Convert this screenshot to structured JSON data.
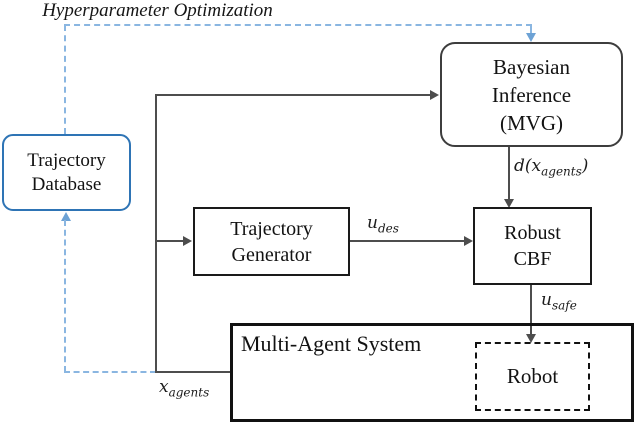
{
  "title": {
    "text": "Hyperparameter Optimization"
  },
  "nodes": {
    "trajectory_database": {
      "lines": [
        "Trajectory",
        "Database"
      ]
    },
    "bayesian_inference": {
      "lines": [
        "Bayesian",
        "Inference",
        "(MVG)"
      ]
    },
    "trajectory_generator": {
      "lines": [
        "Trajectory",
        "Generator"
      ]
    },
    "robust_cbf": {
      "lines": [
        "Robust",
        "CBF"
      ]
    },
    "multi_agent_system": {
      "label": "Multi-Agent System"
    },
    "robot": {
      "label": "Robot"
    }
  },
  "signals": {
    "d_x_agents": {
      "prefix": "d(",
      "base": "x",
      "sub": "agents",
      "suffix": ")"
    },
    "u_des": {
      "base": "u",
      "sub": "des"
    },
    "u_safe": {
      "base": "u",
      "sub": "safe"
    },
    "x_agents": {
      "base": "x",
      "sub": "agents"
    }
  },
  "colors": {
    "dashed_feedback_blue": "#8ab6e1",
    "feedback_arrowhead_blue": "#6da2d5",
    "database_border_blue": "#2e74b5",
    "signal_arrow_gray": "#4d4d4d",
    "box_border_dark": "#1a1a1a",
    "text": "#121212",
    "background": "#ffffff"
  }
}
